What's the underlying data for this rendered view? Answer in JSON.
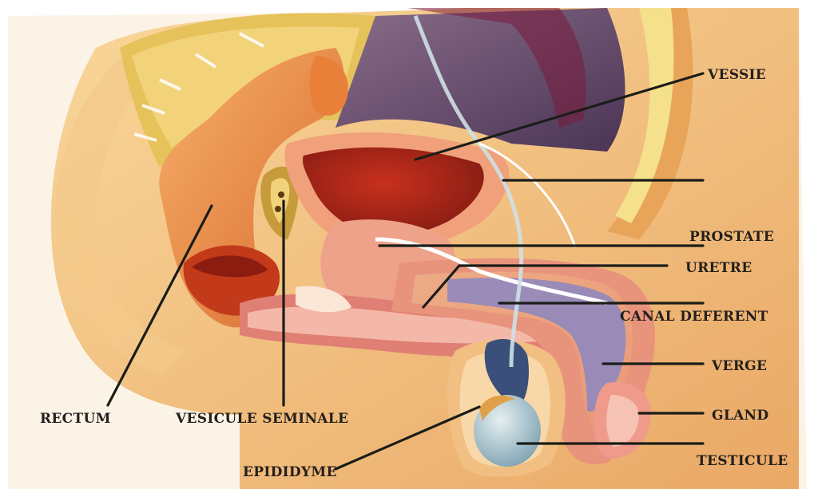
{
  "labels": {
    "vessie": "VESSIE",
    "prostate": "PROSTATE",
    "uretre": "URETRE",
    "canal_deferent": "CANAL DEFERENT",
    "verge": "VERGE",
    "gland": "GLAND",
    "testicule": "TESTICULE",
    "epididyme": "EPIDIDYME",
    "rectum": "RECTUM",
    "vesicule_seminale": "VESICULE SEMINALE"
  },
  "colors": {
    "skin": "#f2c07a",
    "skin_light": "#f8dda6",
    "fat": "#f0e08a",
    "rectum": "#e8843c",
    "bladder": "#d6502a",
    "muscle": "#e07f74",
    "cavity": "#6a4a72",
    "testis": "#b9d3d6",
    "erectile": "#8c86c2",
    "leader": "#1a1d18"
  }
}
